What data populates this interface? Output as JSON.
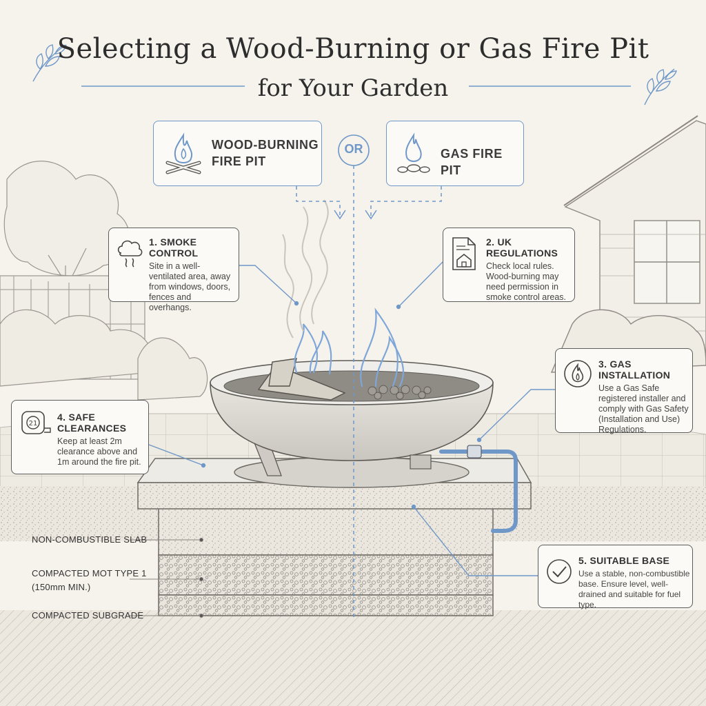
{
  "title": "Selecting a Wood-Burning or Gas Fire Pit",
  "subtitle": "for Your Garden",
  "choices": {
    "wood": "WOOD-BURNING\nFIRE PIT",
    "or": "OR",
    "gas": "GAS FIRE PIT"
  },
  "cards": [
    {
      "title": "1. SMOKE CONTROL",
      "text": "Site in a well-ventilated area, away from windows, doors, fences and overhangs.",
      "icon": "smoke-cloud-icon"
    },
    {
      "title": "2. UK REGULATIONS",
      "text": "Check local rules. Wood-burning may need permission in smoke control areas.",
      "icon": "document-house-icon"
    },
    {
      "title": "3. GAS INSTALLATION",
      "text": "Use a Gas Safe registered installer and comply with Gas Safety (Installation and Use) Regulations.",
      "icon": "flame-circle-icon"
    },
    {
      "title": "4. SAFE CLEARANCES",
      "text": "Keep at least 2m clearance above and 1m around the fire pit.",
      "icon": "tape-measure-icon"
    },
    {
      "title": "5. SUITABLE BASE",
      "text": "Use a stable, non-combustible base. Ensure level, well-drained and suitable for fuel type.",
      "icon": "checkmark-circle-icon"
    }
  ],
  "layers": [
    "NON-COMBUSTIBLE SLAB",
    "COMPACTED MOT TYPE 1\n(150mm MIN.)",
    "COMPACTED SUBGRADE"
  ],
  "colors": {
    "accent": "#6f97c8",
    "ink": "#3a3a3a",
    "paper": "#f6f3ec",
    "flame": "#7ea6d8"
  }
}
